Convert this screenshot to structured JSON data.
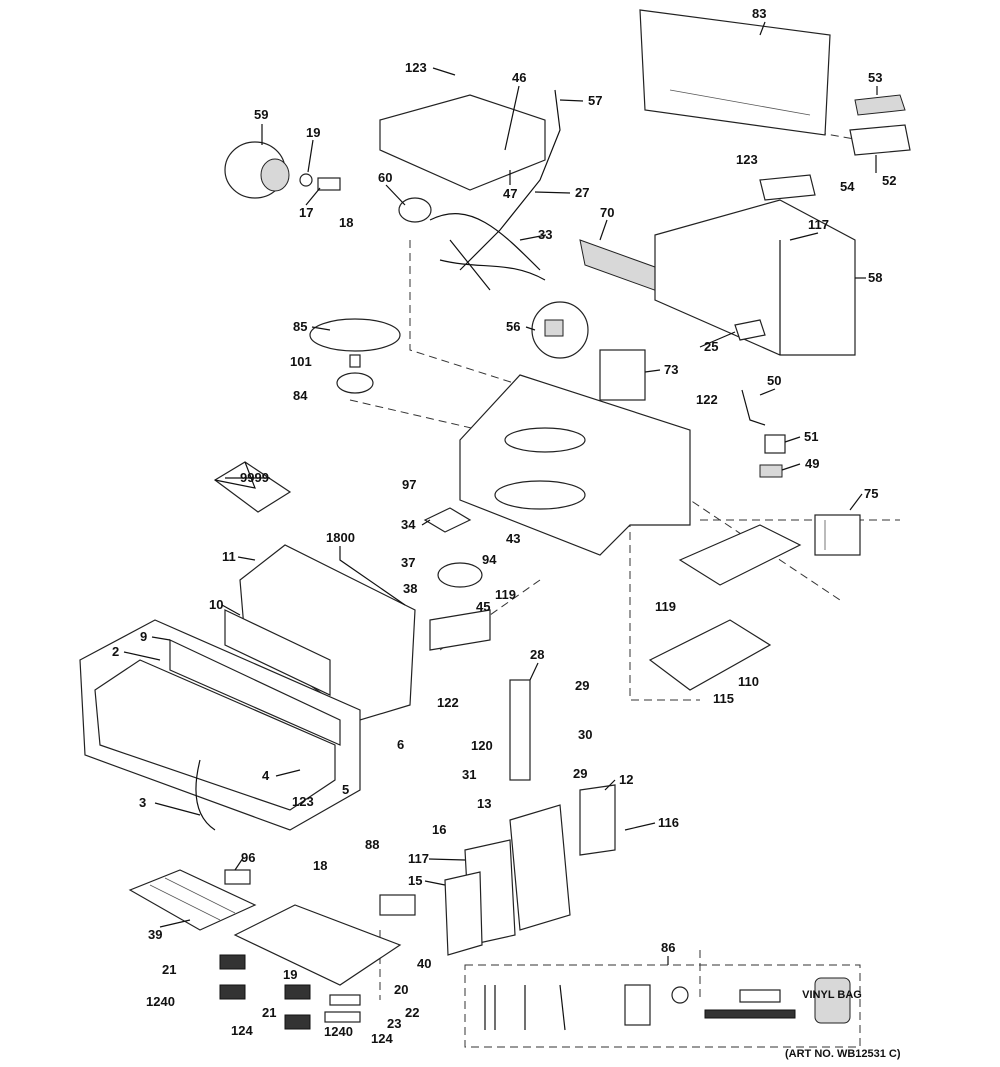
{
  "diagram": {
    "art_number": "(ART NO. WB12531 C)",
    "bag_text": "VINYL BAG",
    "labels": [
      "83",
      "123",
      "46",
      "57",
      "59",
      "19",
      "53",
      "52",
      "60",
      "47",
      "27",
      "17",
      "18",
      "123",
      "54",
      "117",
      "70",
      "33",
      "58",
      "85",
      "56",
      "73",
      "101",
      "25",
      "84",
      "50",
      "122",
      "51",
      "49",
      "9999",
      "97",
      "75",
      "34",
      "43",
      "94",
      "1800",
      "11",
      "37",
      "10",
      "38",
      "119",
      "119",
      "45",
      "9",
      "2",
      "28",
      "29",
      "110",
      "115",
      "122",
      "120",
      "30",
      "6",
      "29",
      "31",
      "4",
      "5",
      "123",
      "12",
      "3",
      "116",
      "13",
      "16",
      "96",
      "88",
      "117",
      "18",
      "15",
      "86",
      "39",
      "40",
      "21",
      "19",
      "20",
      "22",
      "1240",
      "21",
      "23",
      "124",
      "1240",
      "124"
    ]
  }
}
